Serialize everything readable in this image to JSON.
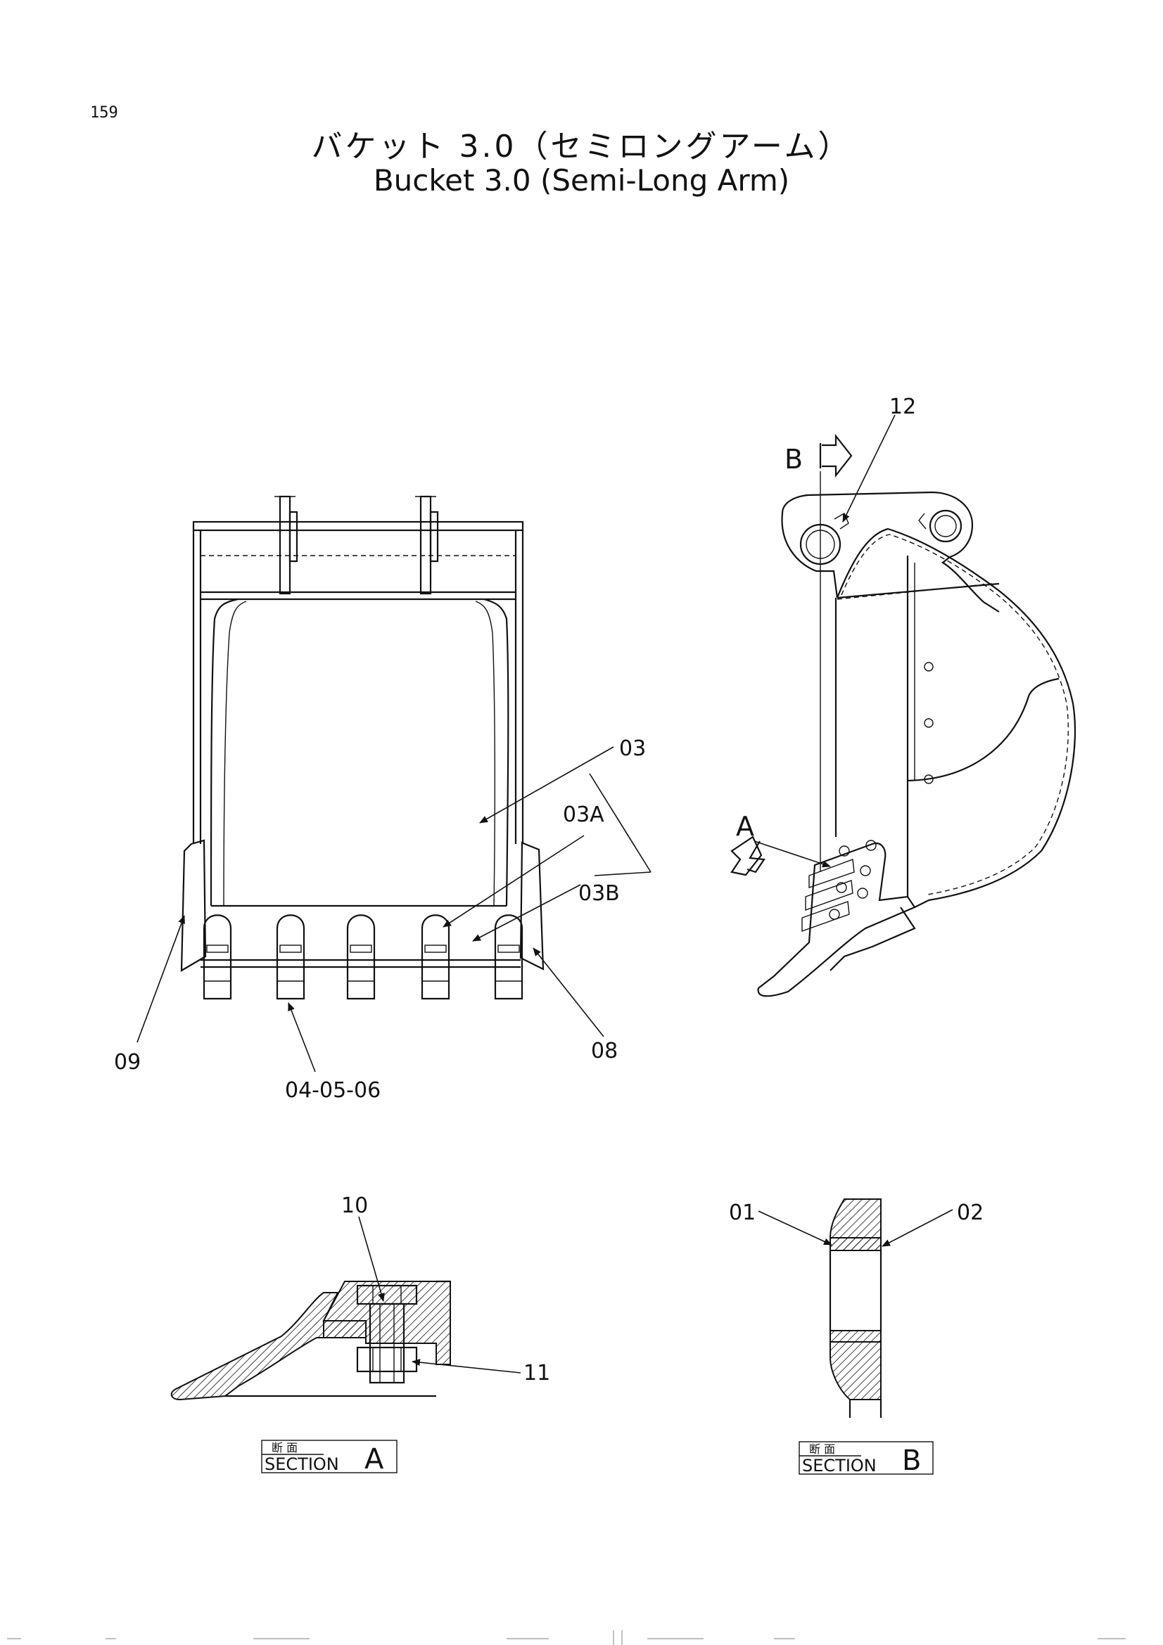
{
  "page_number": "159",
  "title_jp": "バケット 3.0（セミロングアーム）",
  "title_en": "Bucket 3.0 (Semi-Long Arm)",
  "front_view": {
    "labels": [
      "03",
      "03A",
      "03B",
      "09",
      "08",
      "04-05-06"
    ]
  },
  "side_view": {
    "labels": [
      "12",
      "B",
      "A"
    ]
  },
  "section_a": {
    "labels": [
      "10",
      "11"
    ],
    "caption_jp": "断 面",
    "caption_en": "SECTION",
    "caption_letter": "A"
  },
  "section_b": {
    "labels": [
      "01",
      "02"
    ],
    "caption_jp": "断 面",
    "caption_en": "SECTION",
    "caption_letter": "B"
  }
}
